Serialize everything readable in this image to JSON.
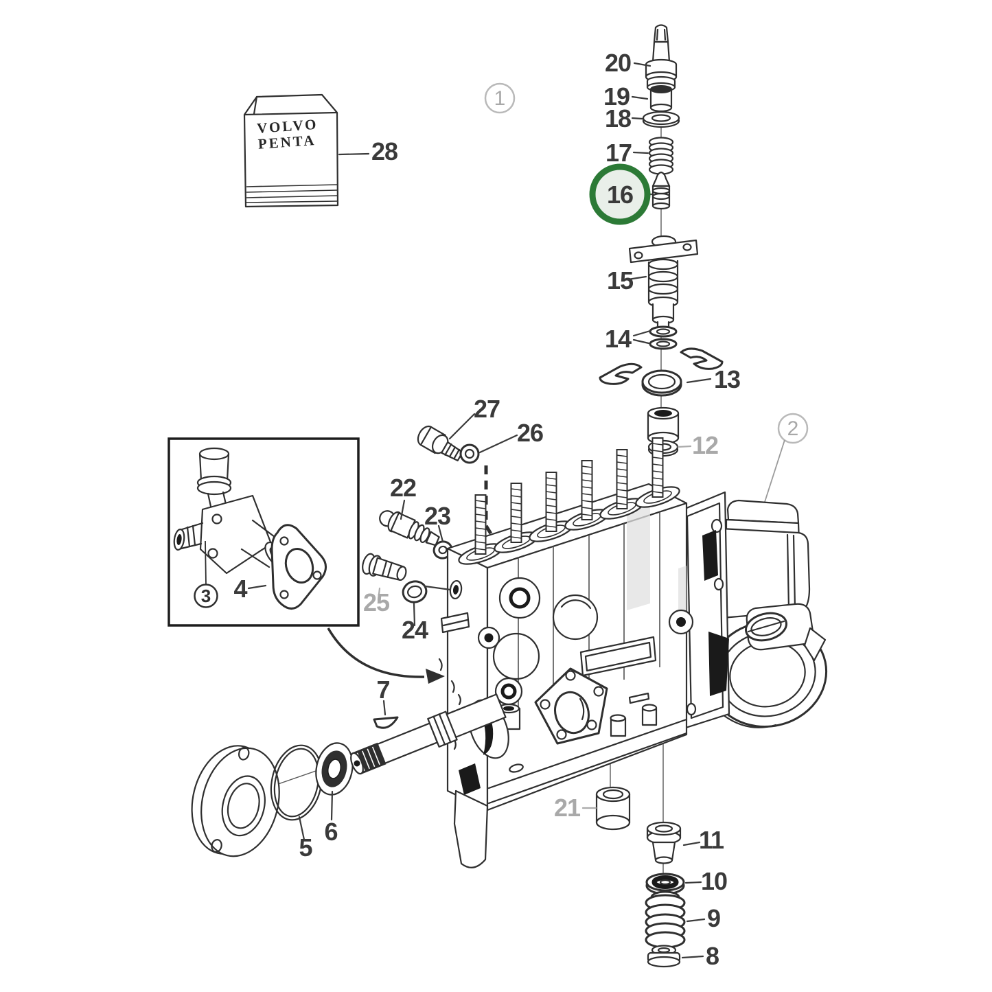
{
  "figure": {
    "title_none": "",
    "brand": {
      "line1": "VOLVO",
      "line2": "PENTA"
    },
    "refs": {
      "r1": "1",
      "r2": "2",
      "r3": "3"
    },
    "labels": {
      "p4": "4",
      "p5": "5",
      "p6": "6",
      "p7": "7",
      "p8": "8",
      "p9": "9",
      "p10": "10",
      "p11": "11",
      "p12": "12",
      "p13": "13",
      "p14": "14",
      "p15": "15",
      "p16": "16",
      "p17": "17",
      "p18": "18",
      "p19": "19",
      "p20": "20",
      "p21": "21",
      "p22": "22",
      "p23": "23",
      "p24": "24",
      "p25": "25",
      "p26": "26",
      "p27": "27",
      "p28": "28"
    },
    "highlight": {
      "part": "16",
      "ring_color": "#2c7a36",
      "fill_color": "#e9efe9"
    },
    "colors": {
      "ink": "#2f2f2f",
      "muted_label": "#a9a9a9",
      "paper": "#ffffff",
      "shadow_gray": "#e0e0e0"
    }
  }
}
